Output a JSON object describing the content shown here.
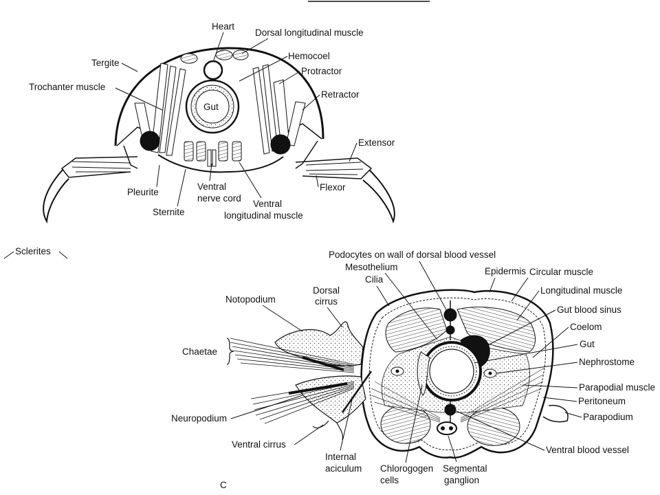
{
  "top_diagram": {
    "labels": {
      "heart": "Heart",
      "dorsal_longitudinal_muscle": "Dorsal longitudinal muscle",
      "hemocoel": "Hemocoel",
      "tergite": "Tergite",
      "protractor": "Protractor",
      "trochanter_muscle": "Trochanter muscle",
      "retractor": "Retractor",
      "gut": "Gut",
      "extensor": "Extensor",
      "pleurite": "Pleurite",
      "ventral_nerve_cord_1": "Ventral",
      "ventral_nerve_cord_2": "nerve cord",
      "flexor": "Flexor",
      "ventral_longitudinal_muscle_1": "Ventral",
      "ventral_longitudinal_muscle_2": "longitudinal muscle",
      "sternite": "Sternite"
    }
  },
  "sclerites": "Sclerites",
  "bottom_diagram": {
    "labels": {
      "podocytes": "Podocytes on wall of dorsal blood vessel",
      "mesothelium": "Mesothelium",
      "epidermis": "Epidermis",
      "circular_muscle": "Circular muscle",
      "cilia": "Cilia",
      "dorsal_cirrus_1": "Dorsal",
      "dorsal_cirrus_2": "cirrus",
      "notopodium": "Notopodium",
      "longitudinal_muscle": "Longitudinal muscle",
      "gut_blood_sinus": "Gut blood sinus",
      "coelom": "Coelom",
      "chaetae": "Chaetae",
      "gut": "Gut",
      "nephrostome": "Nephrostome",
      "parapodial_muscle": "Parapodial muscle",
      "peritoneum": "Peritoneum",
      "neuropodium": "Neuropodium",
      "parapodium": "Parapodium",
      "ventral_cirrus": "Ventral cirrus",
      "ventral_blood_vessel": "Ventral blood vessel",
      "internal_aciculum_1": "Internal",
      "internal_aciculum_2": "aciculum",
      "chlorogogen_1": "Chlorogogen",
      "chlorogogen_2": "cells",
      "segmental_ganglion_1": "Segmental",
      "segmental_ganglion_2": "ganglion"
    }
  },
  "panel_letter": "C"
}
